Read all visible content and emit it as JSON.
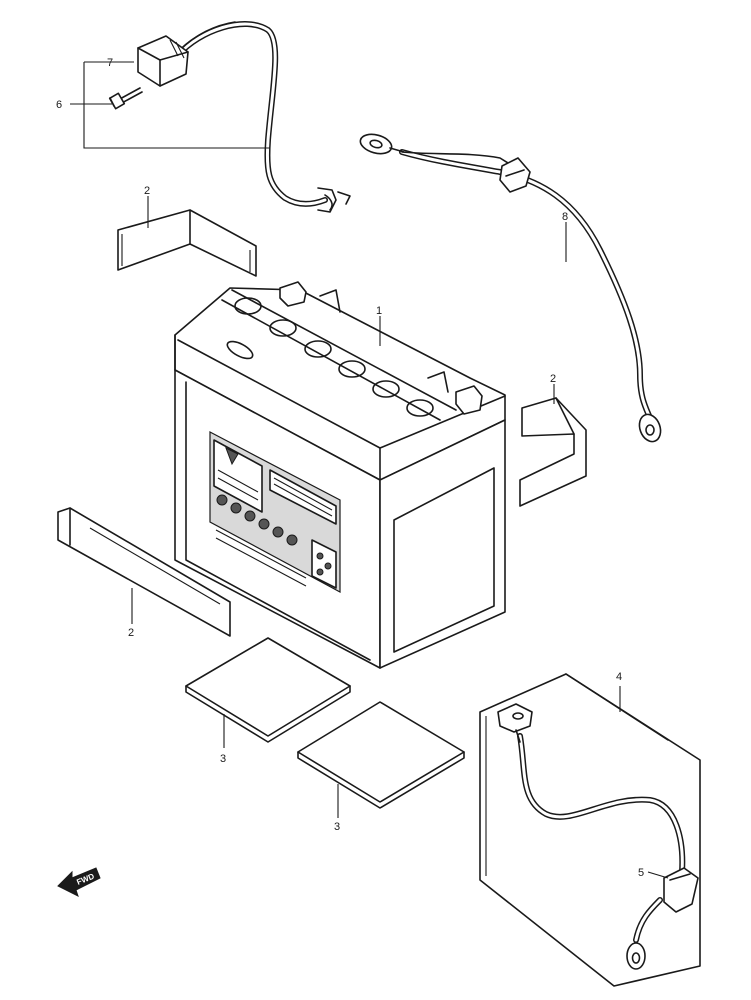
{
  "diagram": {
    "type": "exploded-parts-diagram",
    "labels": {
      "battery": "1",
      "spacer_top_left": "2",
      "spacer_right": "2",
      "spacer_front": "2",
      "pad_left": "3",
      "pad_right": "3",
      "cover": "4",
      "lead_bottom": "5",
      "lead_top": "6",
      "cap": "7",
      "cable": "8"
    },
    "direction_arrow": {
      "text": "FWD",
      "icon": "fwd-arrow-icon"
    },
    "colors": {
      "line": "#1a1a1a",
      "background": "#ffffff",
      "shade": "#d9d9d9"
    }
  }
}
